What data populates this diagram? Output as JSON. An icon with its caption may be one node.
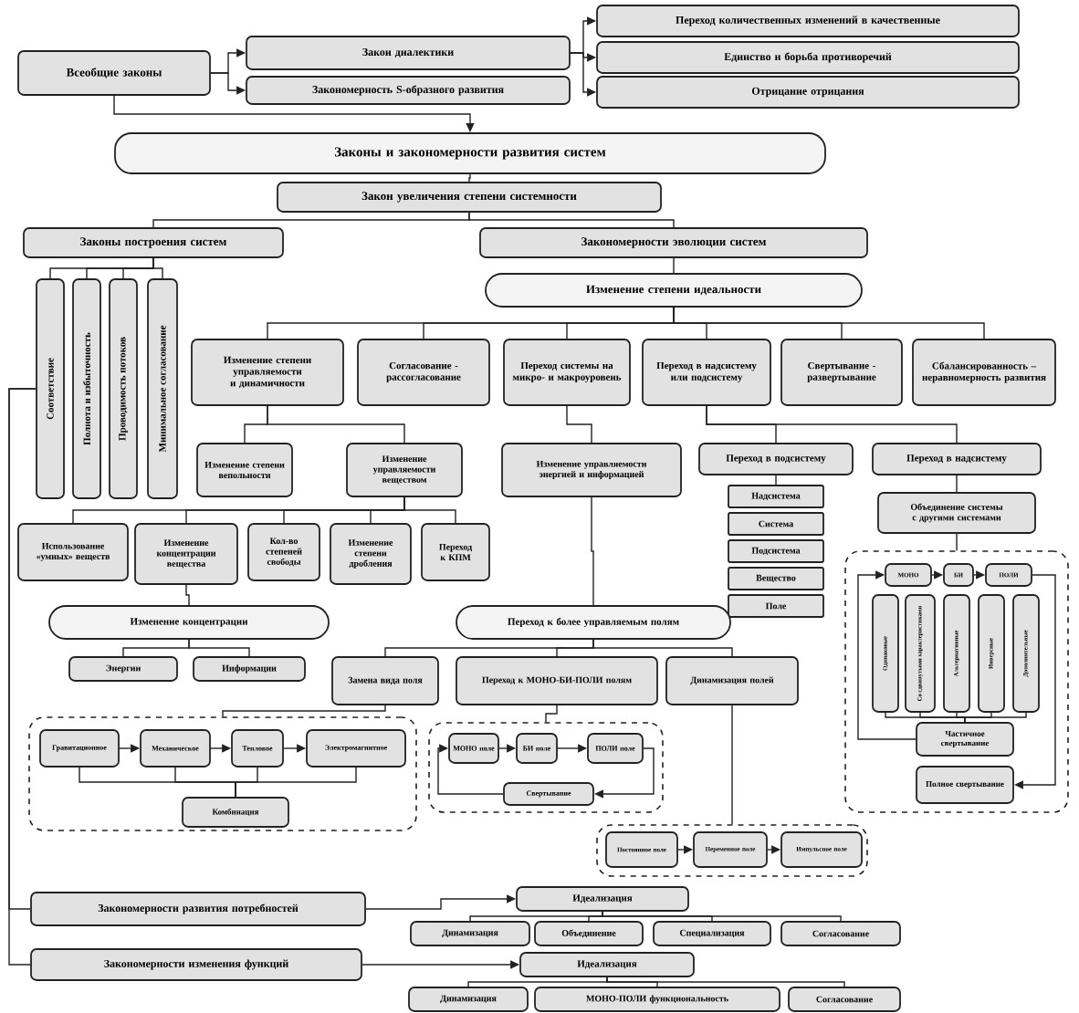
{
  "diagram": {
    "nodes": [
      {
        "text": [
          "Всеобщие законы"
        ]
      },
      {
        "text": [
          "Закон диалектики"
        ]
      },
      {
        "text": [
          "Закономерность S-образного развития"
        ]
      },
      {
        "text": [
          "Переход количественных изменений в качественные"
        ]
      },
      {
        "text": [
          "Единство и борьба противоречий"
        ]
      },
      {
        "text": [
          "Отрицание отрицания"
        ]
      },
      {
        "text": [
          "Законы и закономерности развития систем"
        ]
      },
      {
        "text": [
          "Закон увеличения степени системности"
        ]
      },
      {
        "text": [
          "Законы построения систем"
        ]
      },
      {
        "text": [
          "Закономерности эволюции систем"
        ]
      },
      {
        "text": [
          "Соответствие"
        ]
      },
      {
        "text": [
          "Полнота и избыточность"
        ]
      },
      {
        "text": [
          "Проводимость потоков"
        ]
      },
      {
        "text": [
          "Минимальное согласование"
        ]
      },
      {
        "text": [
          "Изменение степени идеальности"
        ]
      },
      {
        "text": [
          "Изменение степени управляемости и динамичности"
        ]
      },
      {
        "text": [
          "Согласование - рассогласование"
        ]
      },
      {
        "text": [
          "Переход системы на микро- и макроуровень"
        ]
      },
      {
        "text": [
          "Переход в надсистему или подсистему"
        ]
      },
      {
        "text": [
          "Свертывание - развертывание"
        ]
      },
      {
        "text": [
          "Сбалансированность – неравномерность развития"
        ]
      },
      {
        "text": [
          "Изменение степени вепольности"
        ]
      },
      {
        "text": [
          "Изменение управляемости веществом"
        ]
      },
      {
        "text": [
          "Изменение управляемости энергией и информацией"
        ]
      },
      {
        "text": [
          "Переход в подсистему"
        ]
      },
      {
        "text": [
          "Переход в надсистему"
        ]
      },
      {
        "text": [
          "Использование «умных» веществ"
        ]
      },
      {
        "text": [
          "Изменение концентрации вещества"
        ]
      },
      {
        "text": [
          "Кол-во степеней свободы"
        ]
      },
      {
        "text": [
          "Изменение степени дробления"
        ]
      },
      {
        "text": [
          "Переход к КПМ"
        ]
      },
      {
        "text": [
          "Надсистема"
        ]
      },
      {
        "text": [
          "Система"
        ]
      },
      {
        "text": [
          "Подсистема"
        ]
      },
      {
        "text": [
          "Вещество"
        ]
      },
      {
        "text": [
          "Поле"
        ]
      },
      {
        "text": [
          "Объединение системы с другими системами"
        ]
      },
      {
        "text": [],
        "shape": "box"
      },
      {
        "text": [
          "МОНО"
        ],
        "in": 37
      },
      {
        "text": [
          "БИ"
        ],
        "in": 37
      },
      {
        "text": [
          "ПОЛИ"
        ],
        "in": 37
      },
      {
        "text": [
          "Одинаковые"
        ],
        "in": 37
      },
      {
        "text": [
          "Со сдвинутыми характеристиками"
        ],
        "in": 37
      },
      {
        "text": [
          "Альтернативные"
        ],
        "in": 37
      },
      {
        "text": [
          "Инверсные"
        ],
        "in": 37
      },
      {
        "text": [
          "Дополнительные"
        ],
        "in": 37
      },
      {
        "text": [
          "Частичное свертывание"
        ],
        "in": 37
      },
      {
        "text": [
          "Полное свертывание"
        ],
        "in": 37
      },
      {
        "text": [
          "Изменение концентрации"
        ]
      },
      {
        "text": [
          "Переход к более управляемым полям"
        ]
      },
      {
        "text": [
          "Энергии"
        ]
      },
      {
        "text": [
          "Информации"
        ]
      },
      {
        "text": [
          "Замена вида поля"
        ]
      },
      {
        "text": [
          "Переход к МОНО-БИ-ПОЛИ полям"
        ]
      },
      {
        "text": [
          "Динамизация полей"
        ]
      },
      {
        "text": [],
        "shape": "box"
      },
      {
        "text": [
          "Гравитационное"
        ],
        "in": 55
      },
      {
        "text": [
          "Механическое"
        ],
        "in": 55
      },
      {
        "text": [
          "Тепловое"
        ],
        "in": 55
      },
      {
        "text": [
          "Электромагнитное"
        ],
        "in": 55
      },
      {
        "text": [
          "Комбинация"
        ],
        "in": 55
      },
      {
        "text": [],
        "shape": "box"
      },
      {
        "text": [
          "МОНО поле"
        ],
        "in": 61
      },
      {
        "text": [
          "БИ поле"
        ],
        "in": 61
      },
      {
        "text": [
          "ПОЛИ поле"
        ],
        "in": 61
      },
      {
        "text": [
          "Свертывание"
        ],
        "in": 61
      },
      {
        "text": [],
        "shape": "box"
      },
      {
        "text": [
          "Постоянное поле"
        ],
        "in": 66
      },
      {
        "text": [
          "Переменное поле"
        ],
        "in": 66
      },
      {
        "text": [
          "Импульсное поле"
        ],
        "in": 66
      },
      {
        "text": [
          "Закономерности развития потребностей"
        ]
      },
      {
        "text": [
          "Идеализация"
        ]
      },
      {
        "text": [
          "Динамизация"
        ]
      },
      {
        "text": [
          "Объединение"
        ]
      },
      {
        "text": [
          "Специализация"
        ]
      },
      {
        "text": [
          "Согласование"
        ]
      },
      {
        "text": [
          "Закономерности изменения функций"
        ]
      },
      {
        "text": [
          "Идеализация"
        ]
      },
      {
        "text": [
          "Динамизация"
        ]
      },
      {
        "text": [
          "МОНО-ПОЛИ функциональность"
        ]
      },
      {
        "text": [
          "Согласование"
        ]
      }
    ],
    "edges": [
      {
        "from": 0,
        "to": 1,
        "arrow": "to"
      },
      {
        "from": 0,
        "to": 2,
        "arrow": "to"
      },
      {
        "from": 1,
        "to": 3,
        "arrow": "to"
      },
      {
        "from": 1,
        "to": 4,
        "arrow": "to"
      },
      {
        "from": 1,
        "to": 5,
        "arrow": "to"
      },
      {
        "from": 0,
        "to": 6,
        "arrow": "to"
      },
      {
        "from": 6,
        "to": 7,
        "arrow": "none"
      },
      {
        "from": 7,
        "to": 8,
        "arrow": "none"
      },
      {
        "from": 7,
        "to": 9,
        "arrow": "none"
      },
      {
        "from": 8,
        "to": 10,
        "arrow": "none"
      },
      {
        "from": 8,
        "to": 11,
        "arrow": "none"
      },
      {
        "from": 8,
        "to": 12,
        "arrow": "none"
      },
      {
        "from": 8,
        "to": 13,
        "arrow": "none"
      },
      {
        "from": 9,
        "to": 14,
        "arrow": "none"
      },
      {
        "from": 14,
        "to": 15,
        "arrow": "none"
      },
      {
        "from": 14,
        "to": 16,
        "arrow": "none"
      },
      {
        "from": 14,
        "to": 17,
        "arrow": "none"
      },
      {
        "from": 14,
        "to": 18,
        "arrow": "none"
      },
      {
        "from": 14,
        "to": 19,
        "arrow": "none"
      },
      {
        "from": 14,
        "to": 20,
        "arrow": "none"
      },
      {
        "from": 15,
        "to": 21,
        "arrow": "none"
      },
      {
        "from": 15,
        "to": 22,
        "arrow": "none"
      },
      {
        "from": 17,
        "to": 23,
        "arrow": "none"
      },
      {
        "from": 18,
        "to": 24,
        "arrow": "none"
      },
      {
        "from": 18,
        "to": 25,
        "arrow": "none"
      },
      {
        "from": 22,
        "to": 26,
        "arrow": "none"
      },
      {
        "from": 22,
        "to": 27,
        "arrow": "none"
      },
      {
        "from": 22,
        "to": 28,
        "arrow": "none"
      },
      {
        "from": 22,
        "to": 29,
        "arrow": "none"
      },
      {
        "from": 22,
        "to": 30,
        "arrow": "none"
      },
      {
        "from": 24,
        "to": 31,
        "arrow": "none"
      },
      {
        "from": 25,
        "to": 36,
        "arrow": "none"
      },
      {
        "from": 36,
        "to": 37,
        "arrow": "none"
      },
      {
        "from": 38,
        "to": 39,
        "arrow": "to"
      },
      {
        "from": 39,
        "to": 40,
        "arrow": "to"
      },
      {
        "from": 41,
        "to": 46,
        "arrow": "none"
      },
      {
        "from": 42,
        "to": 46,
        "arrow": "none"
      },
      {
        "from": 43,
        "to": 46,
        "arrow": "none"
      },
      {
        "from": 44,
        "to": 46,
        "arrow": "none"
      },
      {
        "from": 45,
        "to": 46,
        "arrow": "none"
      },
      {
        "from": 46,
        "to": 38,
        "arrow": "to"
      },
      {
        "from": 40,
        "to": 47,
        "arrow": "to"
      },
      {
        "from": 27,
        "to": 48,
        "arrow": "none"
      },
      {
        "from": 23,
        "to": 49,
        "arrow": "none"
      },
      {
        "from": 48,
        "to": 50,
        "arrow": "none"
      },
      {
        "from": 48,
        "to": 51,
        "arrow": "none"
      },
      {
        "from": 49,
        "to": 52,
        "arrow": "none"
      },
      {
        "from": 49,
        "to": 53,
        "arrow": "none"
      },
      {
        "from": 49,
        "to": 54,
        "arrow": "none"
      },
      {
        "from": 52,
        "to": 55,
        "arrow": "none"
      },
      {
        "from": 53,
        "to": 61,
        "arrow": "none"
      },
      {
        "from": 54,
        "to": 66,
        "arrow": "none"
      },
      {
        "from": 56,
        "to": 57,
        "arrow": "to"
      },
      {
        "from": 57,
        "to": 58,
        "arrow": "to"
      },
      {
        "from": 58,
        "to": 59,
        "arrow": "to"
      },
      {
        "from": 56,
        "to": 60,
        "arrow": "none"
      },
      {
        "from": 57,
        "to": 60,
        "arrow": "none"
      },
      {
        "from": 58,
        "to": 60,
        "arrow": "none"
      },
      {
        "from": 59,
        "to": 60,
        "arrow": "none"
      },
      {
        "from": 62,
        "to": 63,
        "arrow": "to"
      },
      {
        "from": 63,
        "to": 64,
        "arrow": "to"
      },
      {
        "from": 64,
        "to": 65,
        "arrow": "to"
      },
      {
        "from": 65,
        "to": 62,
        "arrow": "to"
      },
      {
        "from": 67,
        "to": 68,
        "arrow": "to"
      },
      {
        "from": 68,
        "to": 69,
        "arrow": "to"
      },
      {
        "from": 10,
        "to": 70,
        "arrow": "none"
      },
      {
        "from": 10,
        "to": 76,
        "arrow": "none"
      },
      {
        "from": 70,
        "to": 71,
        "arrow": "to"
      },
      {
        "from": 71,
        "to": 72,
        "arrow": "none"
      },
      {
        "from": 71,
        "to": 73,
        "arrow": "none"
      },
      {
        "from": 71,
        "to": 74,
        "arrow": "none"
      },
      {
        "from": 71,
        "to": 75,
        "arrow": "none"
      },
      {
        "from": 76,
        "to": 77,
        "arrow": "to"
      },
      {
        "from": 77,
        "to": 78,
        "arrow": "none"
      },
      {
        "from": 77,
        "to": 79,
        "arrow": "none"
      },
      {
        "from": 77,
        "to": 80,
        "arrow": "none"
      }
    ]
  }
}
